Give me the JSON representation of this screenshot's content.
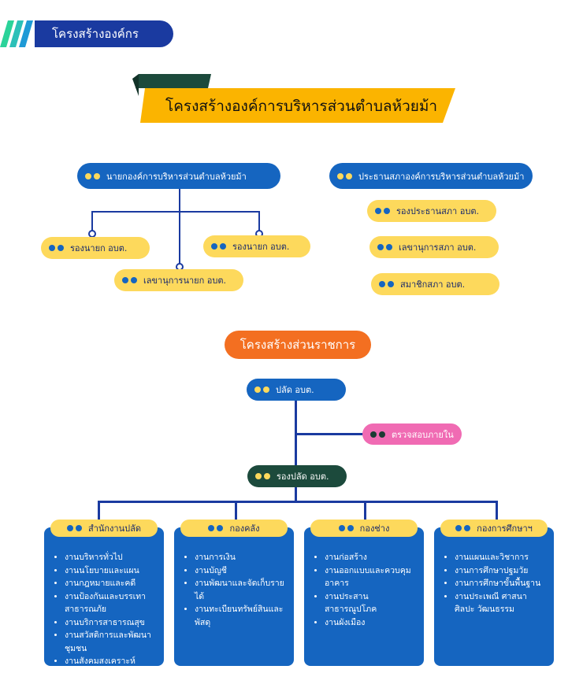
{
  "header": {
    "title": "โครงสร้างองค์กร"
  },
  "banner": {
    "title": "โครงสร้างองค์การบริหารส่วนตำบลห้วยม้า"
  },
  "exec": {
    "chief": "นายกองค์การบริหารส่วนตำบลห้วยม้า",
    "deputy_left": "รองนายก อบต.",
    "deputy_right": "รองนายก อบต.",
    "secretary": "เลขานุการนายก อบต."
  },
  "council": {
    "president": "ประธานสภาองค์การบริหารส่วนตำบลห้วยม้า",
    "vice_president": "รองประธานสภา อบต.",
    "secretary": "เลขานุการสภา อบต.",
    "member": "สมาชิกสภา อบต."
  },
  "gov": {
    "title": "โครงสร้างส่วนราชการ",
    "clerk": "ปลัด อบต.",
    "audit": "ตรวจสอบภายใน",
    "deputy_clerk": "รองปลัด อบต."
  },
  "departments": [
    {
      "name": "สำนักงานปลัด",
      "items": [
        "งานบริหารทั่วไป",
        "งานนโยบายและแผน",
        "งานกฎหมายและคดี",
        "งานป้องกันและบรรเทาสาธารณภัย",
        "งานบริการสาธารณสุข",
        "งานสวัสดิการและพัฒนาชุมชน",
        "งานสังคมสงเคราะห์"
      ]
    },
    {
      "name": "กองคลัง",
      "items": [
        "งานการเงิน",
        "งานบัญชี",
        "งานพัฒนาและจัดเก็บรายได้",
        "งานทะเบียนทรัพย์สินและพัสดุ"
      ]
    },
    {
      "name": "กองช่าง",
      "items": [
        "งานก่อสร้าง",
        "งานออกแบบและควบคุมอาคาร",
        "งานประสานสาธารณูปโภค",
        "งานผังเมือง"
      ]
    },
    {
      "name": "กองการศึกษาฯ",
      "items": [
        "งานแผนและวิชาการ",
        "งานการศึกษาปฐมวัย",
        "งานการศึกษาขั้นพื้นฐาน",
        "งานประเพณี ศาสนา ศิลปะ วัฒนธรรม"
      ]
    }
  ],
  "colors": {
    "blue": "#1565c0",
    "yellow": "#fdd95c",
    "orange": "#f36f21",
    "pink": "#f06bb3",
    "dark_green": "#1c3b33",
    "navy": "#1a3aa0"
  }
}
